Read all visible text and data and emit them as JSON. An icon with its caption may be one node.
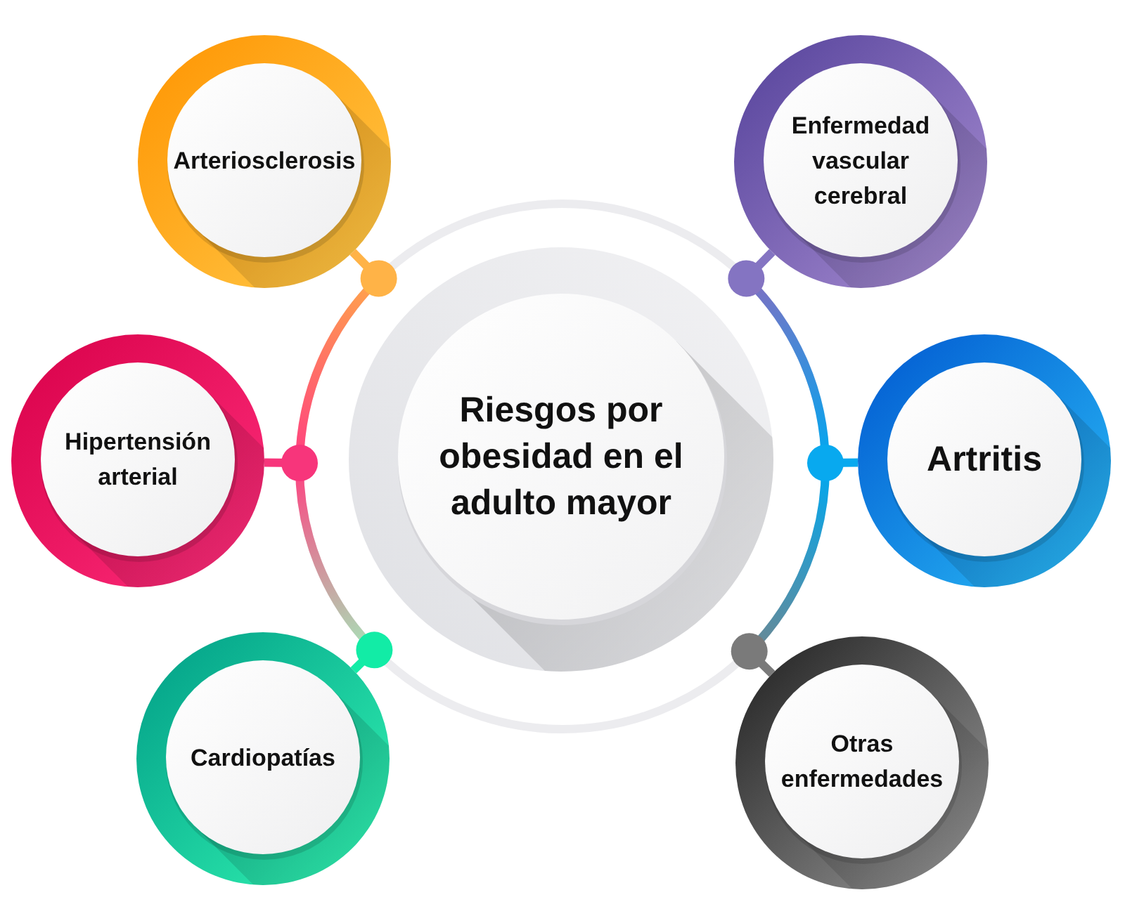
{
  "diagram": {
    "nodes": [
      {
        "text": [
          "Riesgos por obesidad en el adulto mayor"
        ]
      },
      {
        "text": [
          "Arteriosclerosis"
        ]
      },
      {
        "text": [
          "Enfermedad vascular cerebral"
        ]
      },
      {
        "text": [
          "Hipertensión arterial"
        ]
      },
      {
        "text": [
          "Artritis"
        ]
      },
      {
        "text": [
          "Cardiopatías"
        ]
      },
      {
        "text": [
          "Otras enfermedades"
        ]
      }
    ],
    "edges": [
      {
        "from": 1,
        "to": 0,
        "arrow": "other",
        "color": "#ffb347"
      },
      {
        "from": 2,
        "to": 0,
        "arrow": "other",
        "color": "#8474c2"
      },
      {
        "from": 3,
        "to": 0,
        "arrow": "other",
        "color": "#f7357b"
      },
      {
        "from": 4,
        "to": 0,
        "arrow": "other",
        "color": "#08a9ef"
      },
      {
        "from": 5,
        "to": 0,
        "arrow": "other",
        "color": "#12eca6"
      },
      {
        "from": 6,
        "to": 0,
        "arrow": "other",
        "color": "#7a7a7a"
      }
    ]
  }
}
